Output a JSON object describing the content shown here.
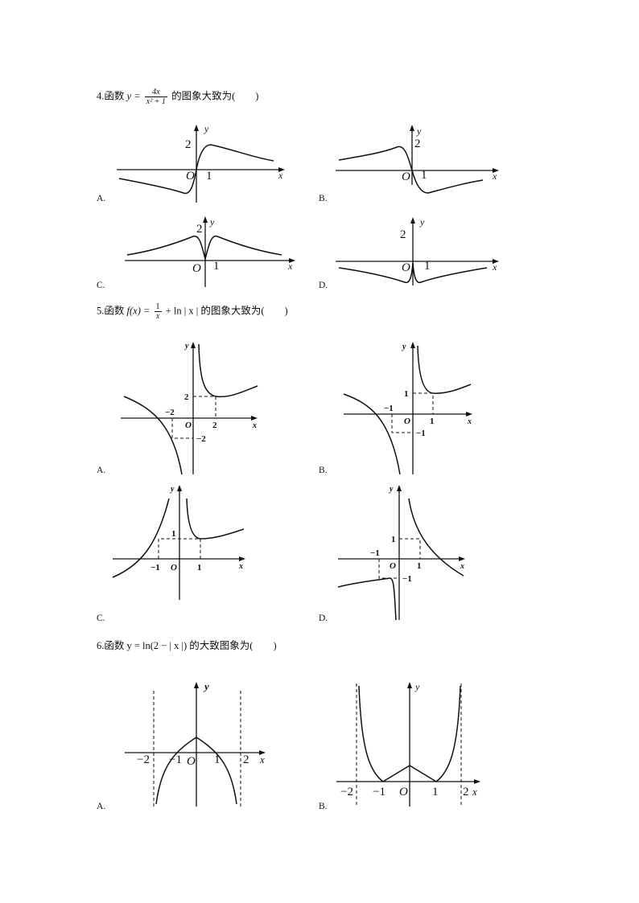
{
  "questions": [
    {
      "number": "4.",
      "prefix": "函数",
      "var": "y =",
      "frac_num": "4x",
      "frac_den": "x² + 1",
      "suffix": "的图象大致为(　　)"
    },
    {
      "number": "5.",
      "prefix": "函数",
      "var": "f(x) =",
      "frac_num": "1",
      "frac_den": "x",
      "suffix": "+ ln | x | 的图象大致为(　　)"
    },
    {
      "number": "6.",
      "text": "函数 y = ln(2 − | x |) 的大致图象为(　　)"
    }
  ],
  "options": {
    "a": "A.",
    "b": "B.",
    "c": "C.",
    "d": "D."
  },
  "labels": {
    "y": "y",
    "x": "x",
    "o": "O",
    "two": "2",
    "one": "1",
    "neg_two": "−2",
    "neg_one": "−1"
  }
}
